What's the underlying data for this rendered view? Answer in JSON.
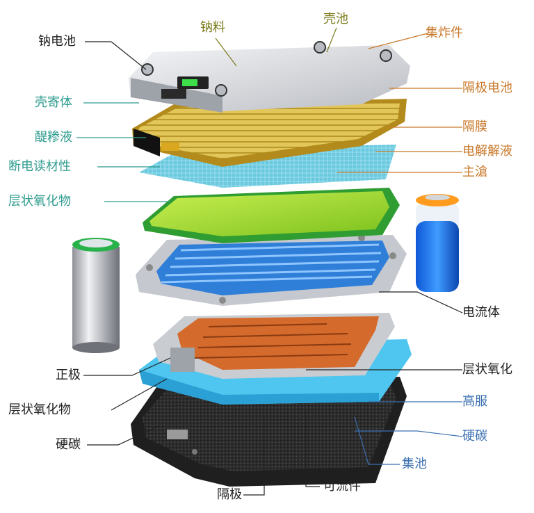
{
  "colors": {
    "black": "#222222",
    "olive": "#7a7a1a",
    "orange": "#c9782a",
    "teal": "#2f9c8f",
    "blue": "#3a6fb0"
  },
  "labels": {
    "na_battery": "钠电池",
    "na_material": "钠料",
    "shell_pool": "壳池",
    "collector_piece": "集炸件",
    "separator_battery": "隔极电池",
    "shell_body": "壳寄体",
    "electrolyte_misc": "醍糁液",
    "separator_film": "隔膜",
    "electrolyte": "电解解液",
    "circuit_material": "断电读材性",
    "main_channel": "主滄",
    "layered_oxide": "层状氧化物",
    "current_body": "电流体",
    "positive": "正极",
    "layered_oxide_2": "层状氧化",
    "layered_oxide_3": "层状氧化物",
    "high_clothes": "高服",
    "hard_carbon": "硬碳",
    "hard_carbon_2": "硬碳",
    "collector_pool": "集池",
    "separator_pole": "隔极",
    "flowable_piece": "可流件"
  }
}
